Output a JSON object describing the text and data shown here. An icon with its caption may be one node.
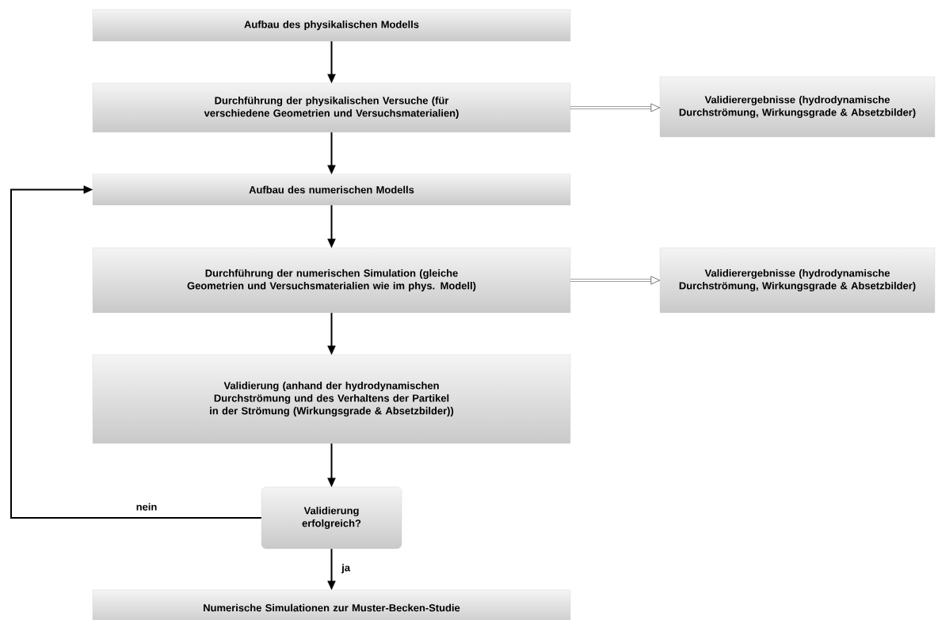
{
  "diagram": {
    "nodes": [
      {
        "text": [
          "Aufbau des physikalischen Modells"
        ]
      },
      {
        "text": [
          "Durchführung der physikalischen Versuche (für verschiedene Geometrien und Versuchsmaterialien)"
        ]
      },
      {
        "text": [
          "Validierergebnisse (hydrodynamische Durchströmung, Wirkungsgrade & Absetzbilder)"
        ]
      },
      {
        "text": [
          "Aufbau des numerischen Modells"
        ]
      },
      {
        "text": [
          "Durchführung der numerischen Simulation (gleiche Geometrien und Versuchsmaterialien wie im phys. Modell)"
        ]
      },
      {
        "text": [
          "Validierergebnisse (hydrodynamische Durchströmung, Wirkungsgrade & Absetzbilder)"
        ]
      },
      {
        "text": [
          "Validierung (anhand der hydrodynamischen Durchströmung und des Verhaltens der Partikel in der Strömung (Wirkungsgrade & Absetzbilder))"
        ]
      },
      {
        "text": [
          "Validierung erfolgreich?"
        ]
      },
      {
        "text": [
          "Numerische Simulationen zur Muster-Becken-Studie"
        ]
      }
    ],
    "edges": [
      {
        "from": 0,
        "to": 1,
        "arrow": "to"
      },
      {
        "from": 1,
        "to": 2,
        "arrow": "to"
      },
      {
        "from": 1,
        "to": 3,
        "arrow": "to"
      },
      {
        "from": 3,
        "to": 4,
        "arrow": "to"
      },
      {
        "from": 4,
        "to": 5,
        "arrow": "to"
      },
      {
        "from": 4,
        "to": 6,
        "arrow": "to"
      },
      {
        "from": 6,
        "to": 7,
        "arrow": "to"
      },
      {
        "from": 7,
        "to": 3,
        "arrow": "to",
        "label": "nein"
      },
      {
        "from": 7,
        "to": 8,
        "arrow": "to",
        "label": "ja"
      }
    ]
  }
}
